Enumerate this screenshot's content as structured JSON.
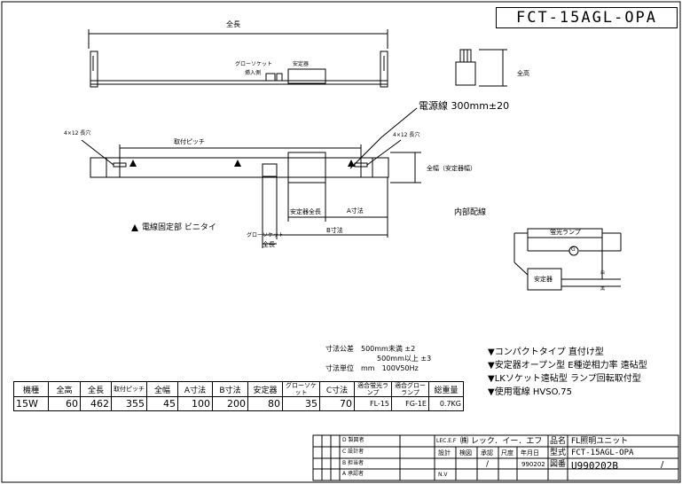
{
  "title": "FCT-15AGL-OPA",
  "side_view": {
    "overall_length_label": "全長",
    "glow_socket_label": "グローソケット",
    "insertion_label": "挿入側",
    "ballast_label": "安定器",
    "height_label": "全高"
  },
  "top_view": {
    "power_cord_label": "電源線 300mm±20",
    "hole_left_label": "4×12 長穴",
    "hole_right_label": "4×12 長穴",
    "mount_pitch_label": "取付ピッチ",
    "width_label": "全幅（安定器幅）",
    "ballast_length_label": "安定器全長",
    "a_dim_label": "A寸法",
    "b_dim_label": "B寸法",
    "glow_socket_label": "グローソケット",
    "overall_length_label": "全長",
    "internal_wiring_label": "内部配線",
    "cord_fix_label": "電線固定部 ビニタイ"
  },
  "wiring": {
    "lamp_label": "蛍光ランプ",
    "ballast_label": "安定器",
    "glow_symbol": "G",
    "wire_upper": "白",
    "wire_lower": "黒"
  },
  "tolerance_notes": [
    "寸法公差　500mm未満 ±2",
    "500mm以上 ±3",
    "寸法単位　mm　100V50Hz"
  ],
  "features": [
    "▼コンパクトタイプ 直付け型",
    "▼安定器オープン型 E種逆相力率 遠砧型",
    "▼LKソケット遠砧型 ランプ回転取付型",
    "▼使用電線 HVSO.75"
  ],
  "spec_table": {
    "headers": [
      "機種",
      "全高",
      "全長",
      "取付ピッチ",
      "全幅",
      "A寸法",
      "B寸法",
      "安定器",
      "グローソケット",
      "C寸法",
      "適合蛍光ランプ",
      "適合グローランプ",
      "総重量"
    ],
    "values": [
      "15W",
      "60",
      "462",
      "355",
      "45",
      "100",
      "200",
      "80",
      "35",
      "70",
      "FL-15",
      "FG-1E",
      "0.7KG"
    ]
  },
  "title_block": {
    "company": "㈱ レック．イー．エフ",
    "company_prefix": "LEC.E.F",
    "name_label": "品名",
    "name_value": "FL照明ユニット",
    "model_label": "型式",
    "model_value": "FCT-15AGL-OPA",
    "drawing_label": "図番",
    "drawing_value": "U990202B",
    "slash": "/",
    "scale_header": "尺度",
    "date_header": "年月日",
    "designer_header": "設計",
    "checker_header": "検図",
    "approver_header": "承認",
    "date_value": "990202",
    "rev_rows": [
      "D 製図者",
      "C 設計者",
      "B 担当者",
      "A 承認者"
    ],
    "nv": "N.V"
  }
}
